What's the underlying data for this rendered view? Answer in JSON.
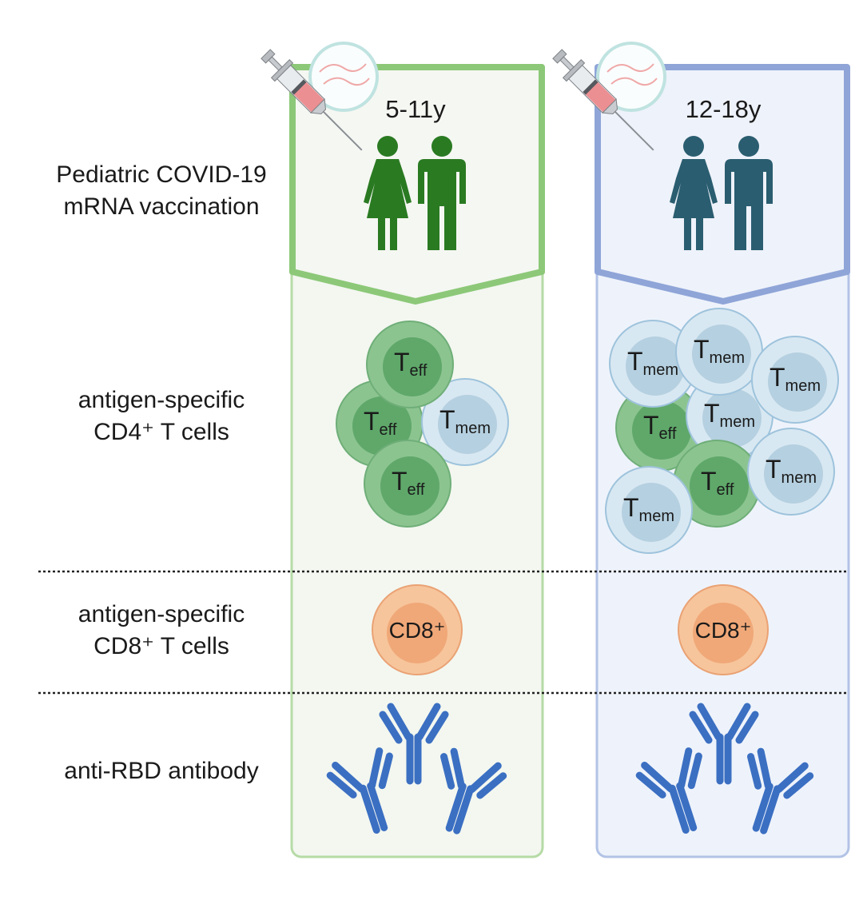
{
  "row_labels": {
    "vaccination": [
      "Pediatric COVID-19",
      "mRNA vaccination"
    ],
    "cd4": [
      "antigen-specific",
      "CD4⁺ T cells"
    ],
    "cd8": [
      "antigen-specific",
      "CD8⁺ T cells"
    ],
    "antibody": "anti-RBD antibody"
  },
  "groups": [
    {
      "age": "5-11y",
      "color": "#2a7a22",
      "border": "#8cc878"
    },
    {
      "age": "12-18y",
      "color": "#2a5d70",
      "border": "#8fa5d8"
    }
  ],
  "cells": {
    "t": "T",
    "eff": "eff",
    "mem": "mem",
    "cd8": "CD8⁺"
  },
  "colors": {
    "teff_outer": "#8cc490",
    "teff_inner": "#5fa86a",
    "tmem_outer": "#d8e8f2",
    "tmem_inner": "#b5d0e0",
    "cd8_outer": "#f7c59c",
    "cd8_inner": "#f0a878",
    "antibody": "#3b6fc2"
  }
}
